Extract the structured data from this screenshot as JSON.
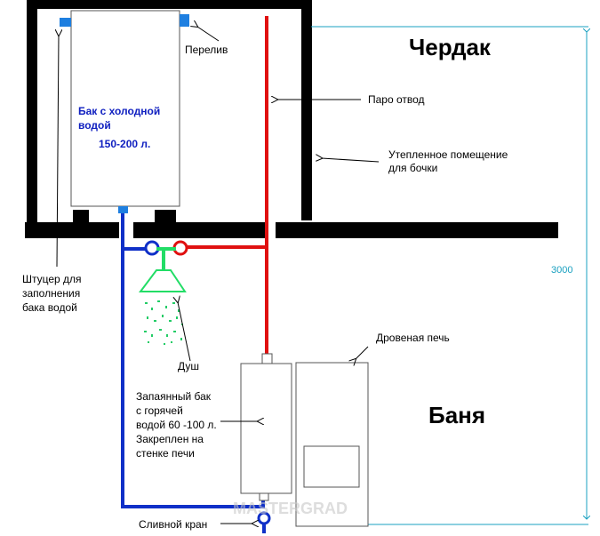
{
  "labels": {
    "attic": "Чердак",
    "bath": "Баня",
    "overflow": "Перелив",
    "steam_vent": "Паро отвод",
    "insulated_room_line1": "Утепленное помещение",
    "insulated_room_line2": "для бочки",
    "fill_fitting_line1": "Штуцер для",
    "fill_fitting_line2": "заполнения",
    "fill_fitting_line3": "бака водой",
    "shower": "Душ",
    "wood_stove": "Дровеная печь",
    "drain_valve": "Сливной кран",
    "dimension": "3000",
    "watermark": "MASTERGRAD"
  },
  "cold_tank": {
    "line1": "Бак с холодной",
    "line2": "водой",
    "volume": "150-200 л."
  },
  "hot_tank": {
    "line1": "Запаянный бак",
    "line2": "с горячей",
    "line3": "водой 60 -100 л.",
    "line4": "Закреплен на",
    "line5": "стенке печи"
  },
  "colors": {
    "wall": "#000000",
    "cold_pipe": "#1030c8",
    "hot_pipe": "#e01010",
    "shower": "#22dd66",
    "fitting": "#1e7fe0",
    "dimension_line": "#1aa0c0"
  }
}
